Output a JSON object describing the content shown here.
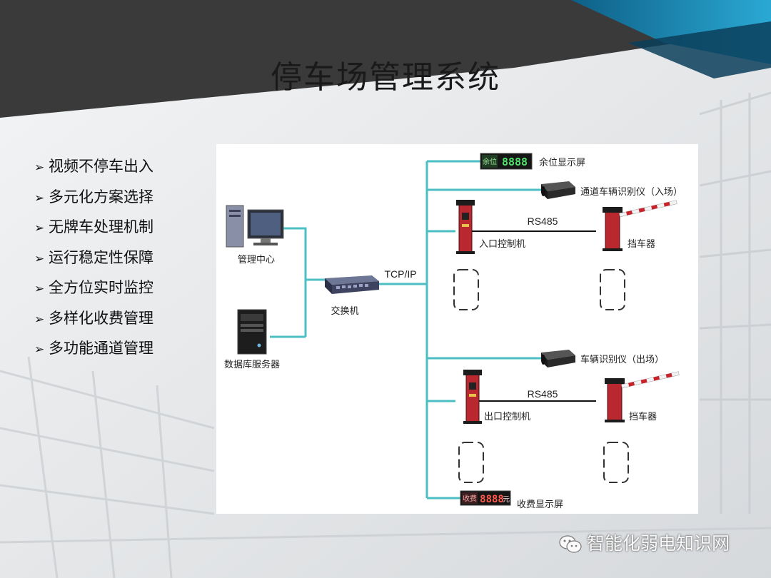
{
  "slide": {
    "title": "停车场管理系统",
    "watermark": "智能化弱电知识网"
  },
  "features": [
    "视频不停车出入",
    "多元化方案选择",
    "无牌车处理机制",
    "运行稳定性保障",
    "全方位实时监控",
    "多样化收费管理",
    "多功能通道管理"
  ],
  "diagram": {
    "management_center": "管理中心",
    "database_server": "数据库服务器",
    "switch": "交换机",
    "tcpip": "TCP/IP",
    "space_display_tag": "余位",
    "space_display_digits": "8888",
    "space_display_label": "余位显示屏",
    "entry_camera_label": "通道车辆识别仪（入场）",
    "entry_rs485": "RS485",
    "entry_controller_label": "入口控制机",
    "entry_barrier_label": "挡车器",
    "exit_camera_label": "车辆识别仪（出场）",
    "exit_rs485": "RS485",
    "exit_controller_label": "出口控制机",
    "exit_barrier_label": "挡车器",
    "fee_display_tag": "收费",
    "fee_display_digits": "8888",
    "fee_display_unit": "元",
    "fee_display_label": "收费显示屏"
  },
  "colors": {
    "line_cyan": "#4bbfc4",
    "header_dark": "#3a3a3a",
    "accent_blue": "#1f8fb5",
    "device_red": "#b8282e"
  }
}
